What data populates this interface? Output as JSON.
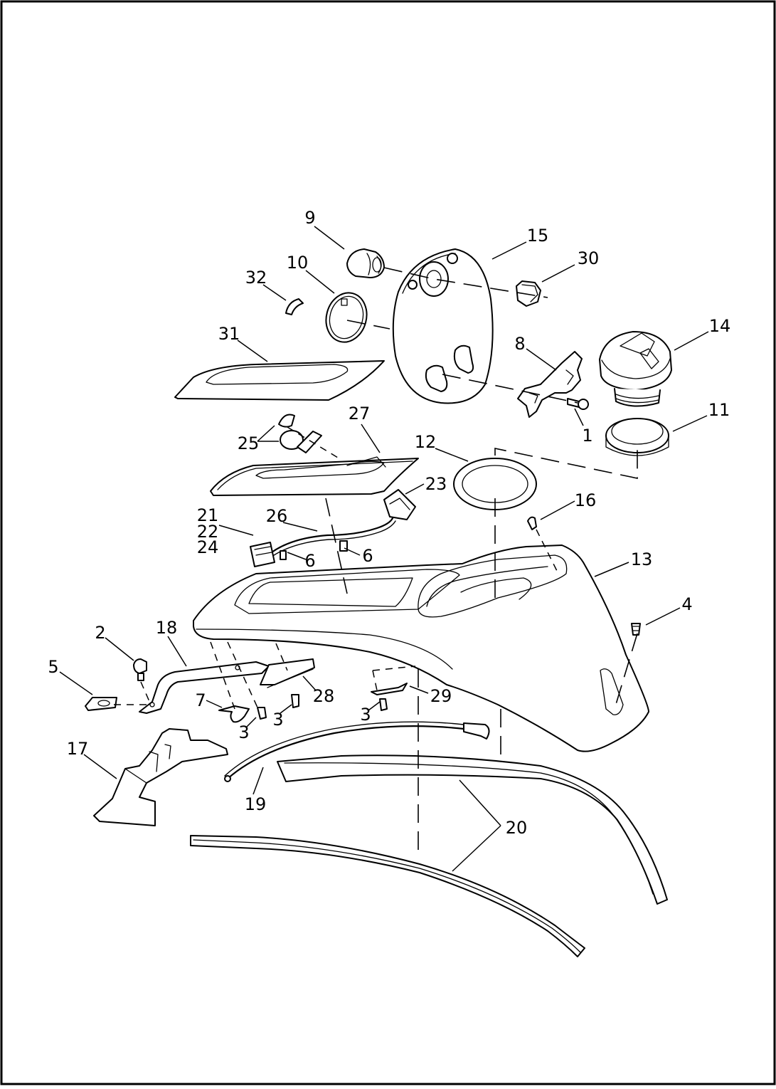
{
  "diagram": {
    "callouts": {
      "p1": "1",
      "p2": "2",
      "p3a": "3",
      "p3b": "3",
      "p3c": "3",
      "p4": "4",
      "p5": "5",
      "p6a": "6",
      "p6b": "6",
      "p7": "7",
      "p8": "8",
      "p9": "9",
      "p10": "10",
      "p11": "11",
      "p12": "12",
      "p13": "13",
      "p14": "14",
      "p15": "15",
      "p16": "16",
      "p17": "17",
      "p18": "18",
      "p19": "19",
      "p20": "20",
      "p21": "21",
      "p22": "22",
      "p23": "23",
      "p24": "24",
      "p25": "25",
      "p26": "26",
      "p27": "27",
      "p28": "28",
      "p29": "29",
      "p30": "30",
      "p31": "31",
      "p32": "32"
    }
  }
}
